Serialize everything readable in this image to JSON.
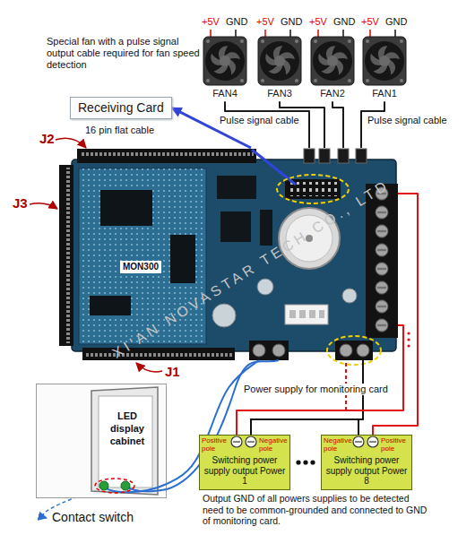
{
  "diagram": {
    "nodes": [
      {
        "text": [
          "FAN4"
        ]
      },
      {
        "text": [
          "FAN3"
        ]
      },
      {
        "text": [
          "FAN2"
        ]
      },
      {
        "text": [
          "FAN1"
        ]
      },
      {
        "text": [
          "Receiving Card"
        ]
      },
      {
        "text": [
          "MON300"
        ]
      },
      {
        "text": [
          "LED display cabinet"
        ]
      },
      {
        "text": [
          "Positive pole",
          "Negative pole",
          "Switching power supply output Power 1"
        ]
      },
      {
        "text": [
          "Negative pole",
          "Positive pole",
          "Switching power supply output Power 8"
        ]
      }
    ],
    "edges": [
      {
        "from": 5,
        "to": 4,
        "label": "16 pin flat cable",
        "arrow": "to"
      },
      {
        "from": 0,
        "to": 5,
        "arrow": "none"
      },
      {
        "from": 1,
        "to": 5,
        "arrow": "none"
      },
      {
        "from": 2,
        "to": 5,
        "arrow": "none"
      },
      {
        "from": 3,
        "to": 5,
        "arrow": "none"
      },
      {
        "from": 7,
        "to": 5,
        "arrow": "none"
      },
      {
        "from": 8,
        "to": 5,
        "arrow": "none"
      },
      {
        "from": 6,
        "to": 5,
        "arrow": "none"
      }
    ],
    "labels": [
      "Special fan with a pulse signal output cable required for fan speed detection",
      "+5V",
      "GND",
      "+5V",
      "GND",
      "+5V",
      "GND",
      "+5V",
      "GND",
      "Pulse signal cable",
      "Pulse signal cable",
      "J2",
      "J3",
      "J1",
      "Power supply for monitoring card",
      "Contact switch",
      "Output GND of all powers supplies to be detected need to be common-grounded and connected to GND of monitoring card.",
      "XI'AN NOVASTAR TECH CO., LTD"
    ]
  }
}
